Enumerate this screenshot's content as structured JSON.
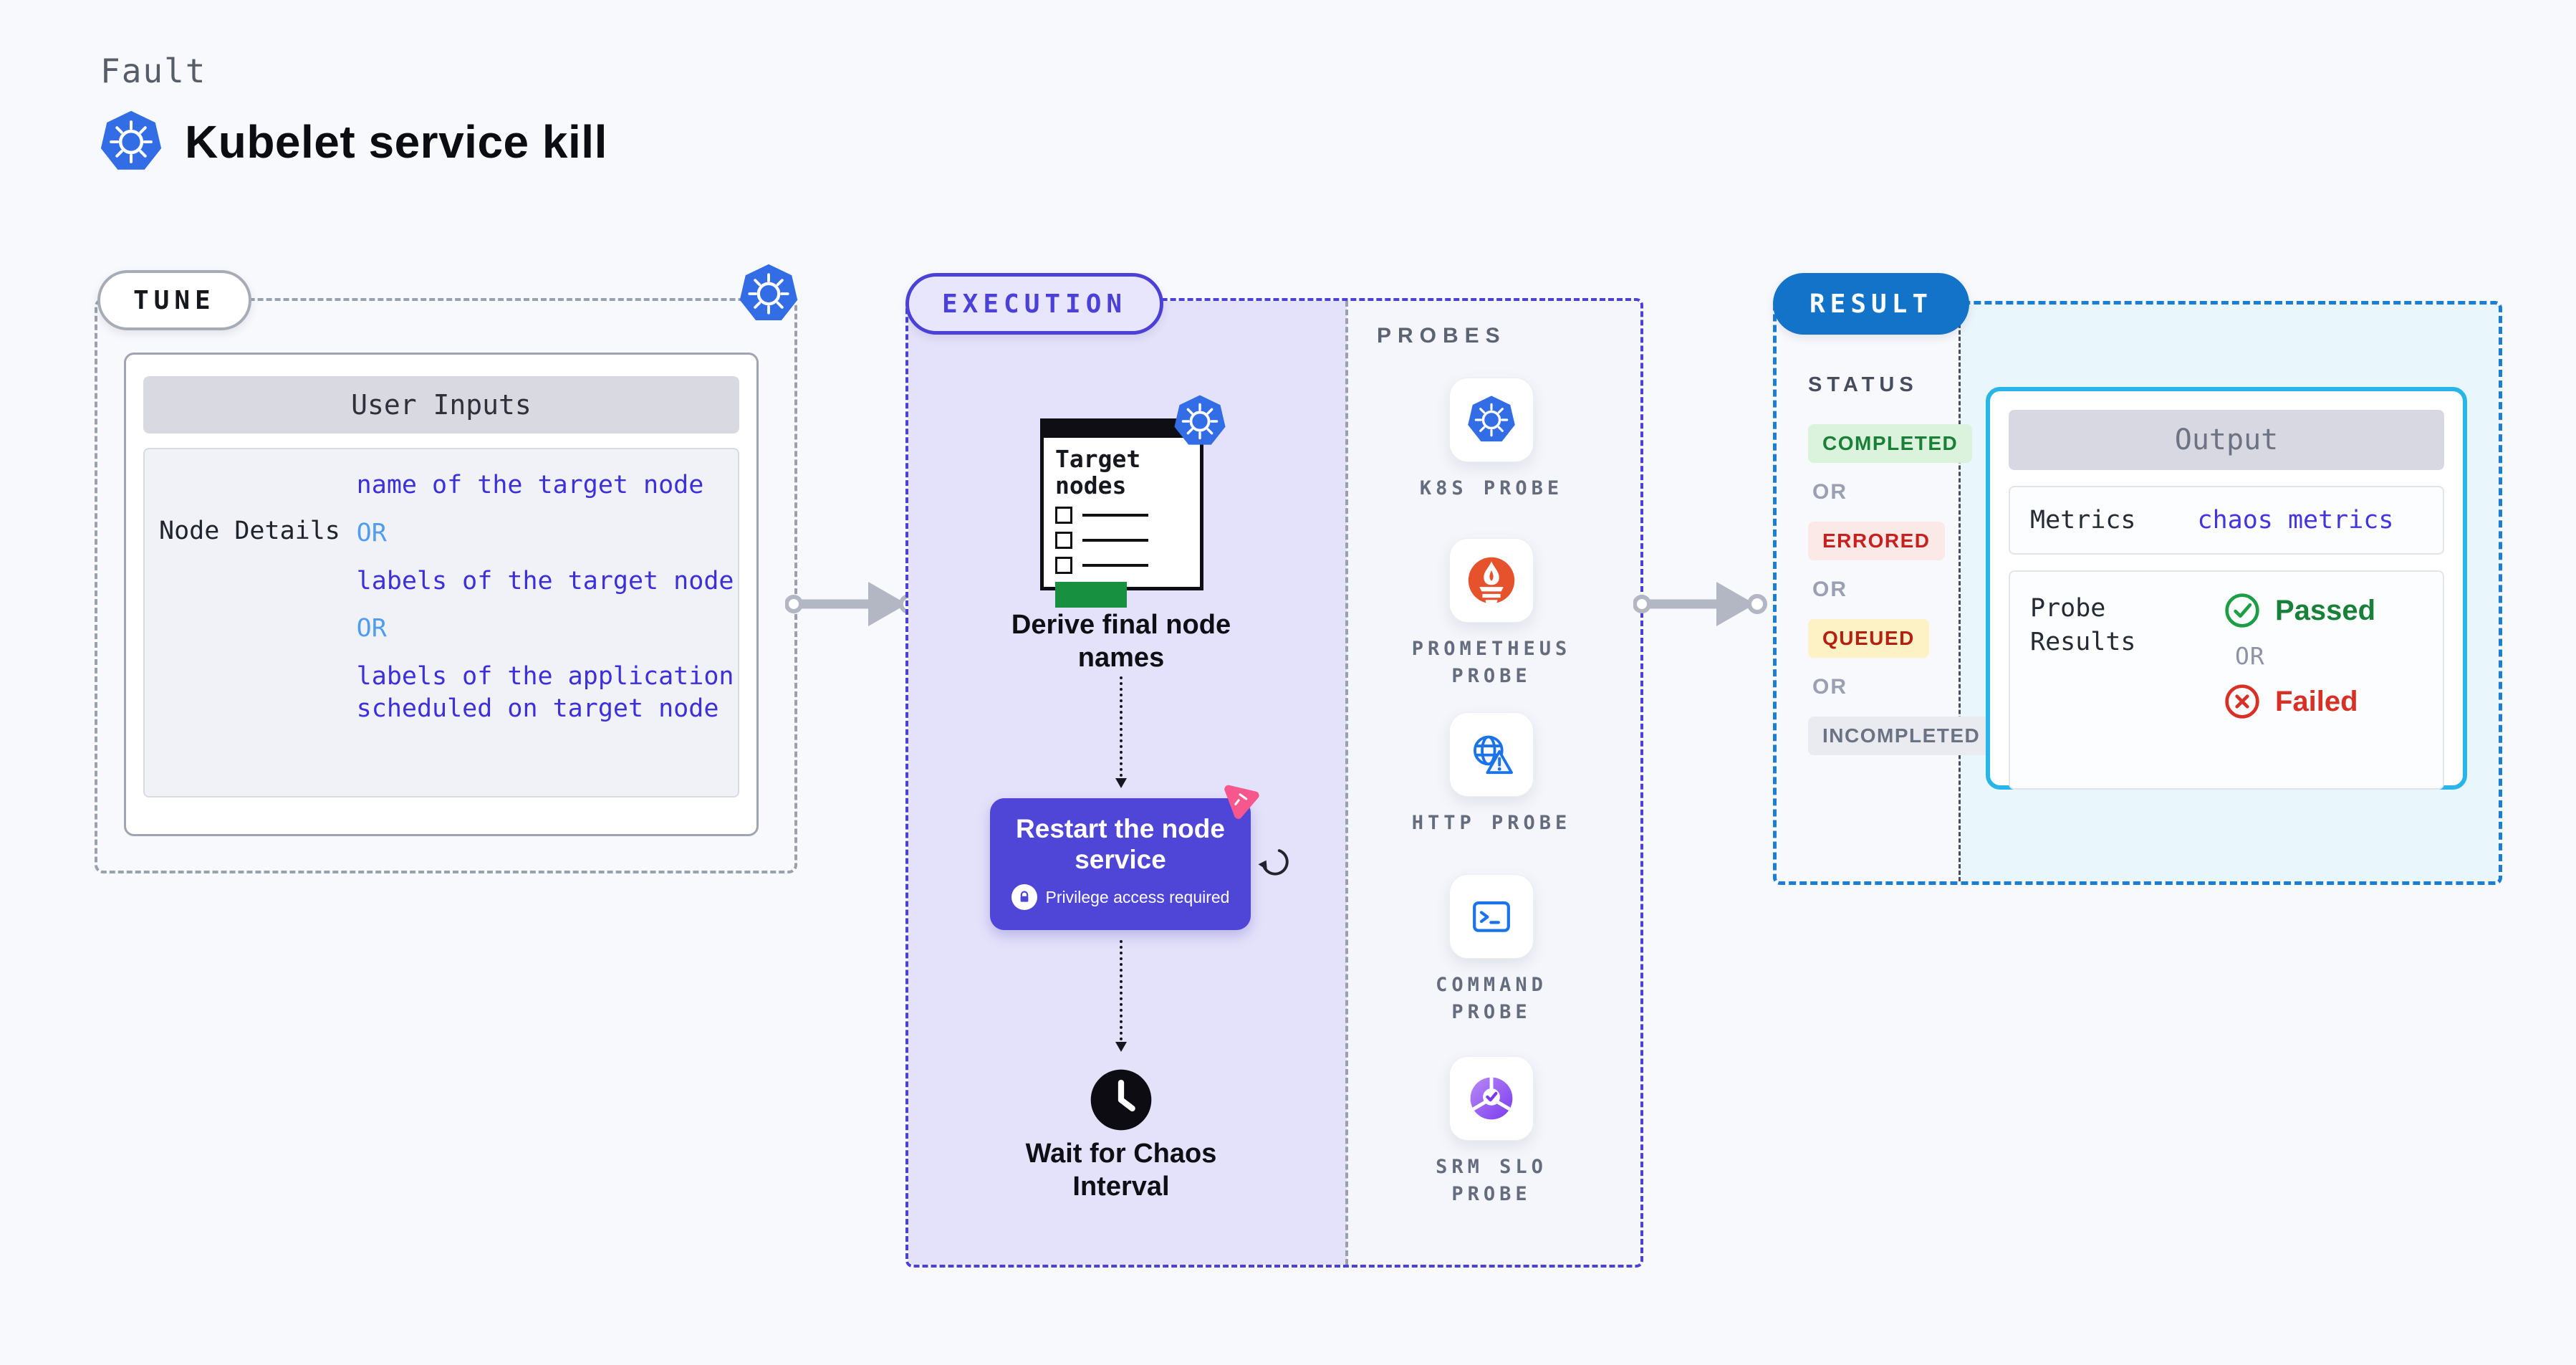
{
  "header": {
    "kicker": "Fault",
    "title": "Kubelet service kill"
  },
  "tune": {
    "label": "TUNE",
    "user_inputs_title": "User Inputs",
    "row_label": "Node Details",
    "values": [
      {
        "type": "value",
        "text": "name of the target node"
      },
      {
        "type": "or",
        "text": "OR"
      },
      {
        "type": "value",
        "text": "labels of the target node"
      },
      {
        "type": "or",
        "text": "OR"
      },
      {
        "type": "value",
        "text": "labels of the application scheduled on target node"
      }
    ]
  },
  "execution": {
    "label": "EXECUTION",
    "target_nodes_card_title": "Target nodes",
    "derive_step": "Derive final node names",
    "restart_step": "Restart the node service",
    "restart_note": "Privilege access required",
    "wait_step": "Wait for Chaos Interval"
  },
  "probes": {
    "label": "PROBES",
    "items": [
      {
        "label": "K8S PROBE",
        "icon": "kubernetes-icon"
      },
      {
        "label": "PROMETHEUS PROBE",
        "icon": "prometheus-icon"
      },
      {
        "label": "HTTP PROBE",
        "icon": "http-globe-warning-icon"
      },
      {
        "label": "COMMAND PROBE",
        "icon": "terminal-icon"
      },
      {
        "label": "SRM SLO PROBE",
        "icon": "slo-pie-check-icon"
      }
    ]
  },
  "result": {
    "label": "RESULT",
    "status_label": "STATUS",
    "or_label": "OR",
    "statuses": [
      {
        "label": "COMPLETED",
        "color": "#1a7f37",
        "bg": "#dbf2dc"
      },
      {
        "label": "ERRORED",
        "color": "#c5221f",
        "bg": "#fbe9e8"
      },
      {
        "label": "QUEUED",
        "color": "#b42012",
        "bg": "#fdf2c5"
      },
      {
        "label": "INCOMPLETED",
        "color": "#6a7284",
        "bg": "#eaebf1"
      }
    ],
    "output": {
      "title": "Output",
      "metrics_label": "Metrics",
      "metrics_value": "chaos metrics",
      "probe_results_label": "Probe Results",
      "passed_label": "Passed",
      "or_label": "OR",
      "failed_label": "Failed"
    }
  },
  "colors": {
    "page_bg": "#f8f9fd",
    "tune_border": "#9ba1ab",
    "execution_accent": "#4b41d7",
    "execution_bg": "#e4e2fa",
    "result_accent": "#1273c9",
    "result_border": "#1b7ed2",
    "output_border": "#29b5e8",
    "output_bg": "#e9f6fc",
    "value_blue": "#3d2fd9",
    "or_blue": "#4f9df0",
    "passed_green": "#188038",
    "failed_red": "#d93025",
    "kubernetes_blue": "#326de6",
    "prometheus_orange": "#e6522c",
    "http_blue": "#1a73e8",
    "restart_purple": "#4f46d8",
    "pink_accent": "#f7578c",
    "target_green": "#17913f"
  }
}
